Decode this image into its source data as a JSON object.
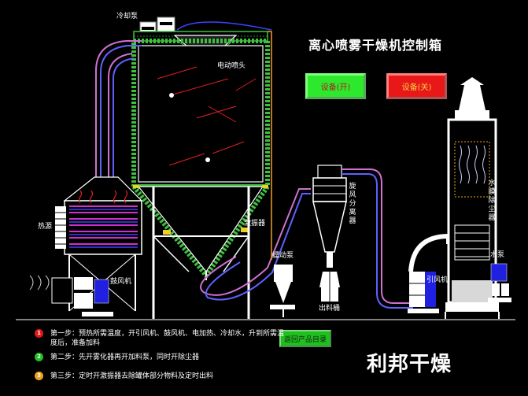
{
  "title": "离心喷雾干燥机控制箱",
  "buttons": {
    "device_on": "设备(开)",
    "device_off": "设备(关)",
    "back_to_catalog": "返回产品目录"
  },
  "labels": {
    "cooling_pump": "冷却泵",
    "electric_nozzle": "电动喷头",
    "heat_source": "热源",
    "blower": "鼓风机",
    "vibrator": "激振器",
    "peristaltic_pump": "蠕动泵",
    "cyclone": "旋风分离器",
    "discharge_barrel": "出料桶",
    "induced_fan": "引风机",
    "water_film_dust_remover": "水膜除尘器",
    "water_pump": "水泵"
  },
  "steps": [
    {
      "num": "1",
      "color": "#e01818",
      "text": "第一步：预热所需温度，开引风机、鼓风机、电加热、冷却水，升到所需温度后，准备加料"
    },
    {
      "num": "2",
      "color": "#20c020",
      "text": "第二步：先开雾化器再开加料泵，同时开除尘器"
    },
    {
      "num": "3",
      "color": "#f0a020",
      "text": "第三步：定时开激振器去除罐体部分物料及定时出料"
    }
  ],
  "brand": "利邦干燥",
  "colors": {
    "pipe_purple": "#d070d0",
    "pipe_blue": "#6060ff",
    "frame_white": "#ffffff",
    "mesh_green": "#40c040",
    "button_on": "#2ee82e",
    "button_off": "#e81818"
  }
}
